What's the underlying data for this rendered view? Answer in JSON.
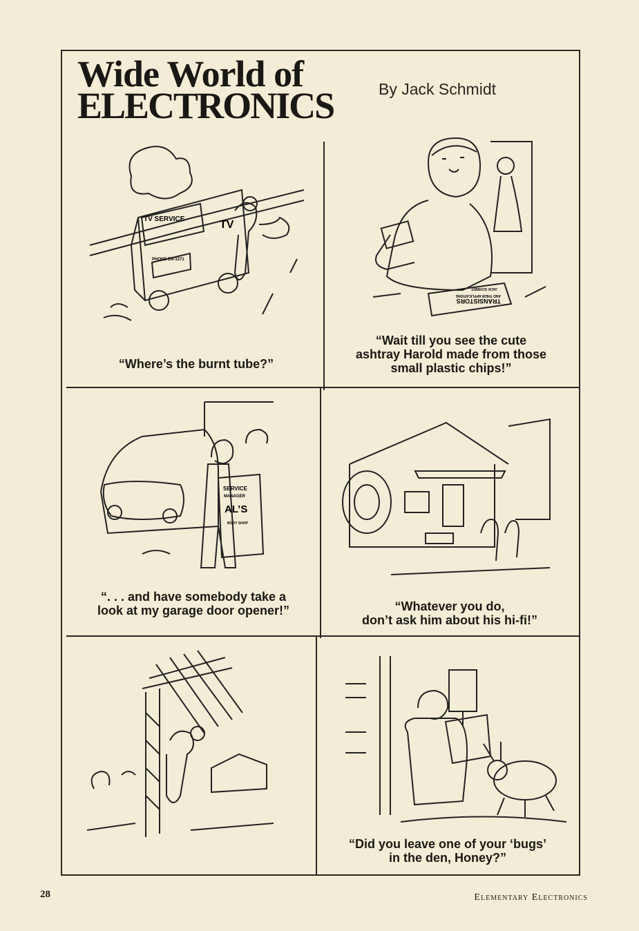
{
  "header": {
    "title_line1": "Wide World of",
    "title_line2": "ELECTRONICS",
    "byline": "By Jack Schmidt"
  },
  "panels": [
    {
      "caption": "“Where’s the burnt tube?”",
      "art_labels": {
        "van_sign": "TV SERVICE",
        "van_side": "TV",
        "van_phone": "PHONE EN-1371"
      }
    },
    {
      "caption": "“Wait till you see the cute\nashtray Harold made from those\nsmall plastic chips!”",
      "art_labels": {
        "book_title": "TRANSISTORS",
        "book_sub": "AND THEIR APPLICATIONS",
        "book_author": "JACK SCHMIDT"
      }
    },
    {
      "caption": "“. . . and have somebody take a\nlook at my garage door opener!”",
      "art_labels": {
        "sign_line1": "SERVICE",
        "sign_line2": "MANAGER",
        "sign_line3": "AL’S",
        "sign_line4": "BODY SHOP"
      }
    },
    {
      "caption": "“Whatever you do,\ndon’t ask him about his hi-fi!”",
      "art_labels": {}
    },
    {
      "caption": "",
      "art_labels": {}
    },
    {
      "caption": "“Did you leave one of your ‘bugs’\nin the den, Honey?”",
      "art_labels": {}
    }
  ],
  "footer": {
    "page_number": "28",
    "magazine": "Elementary Electronics"
  }
}
